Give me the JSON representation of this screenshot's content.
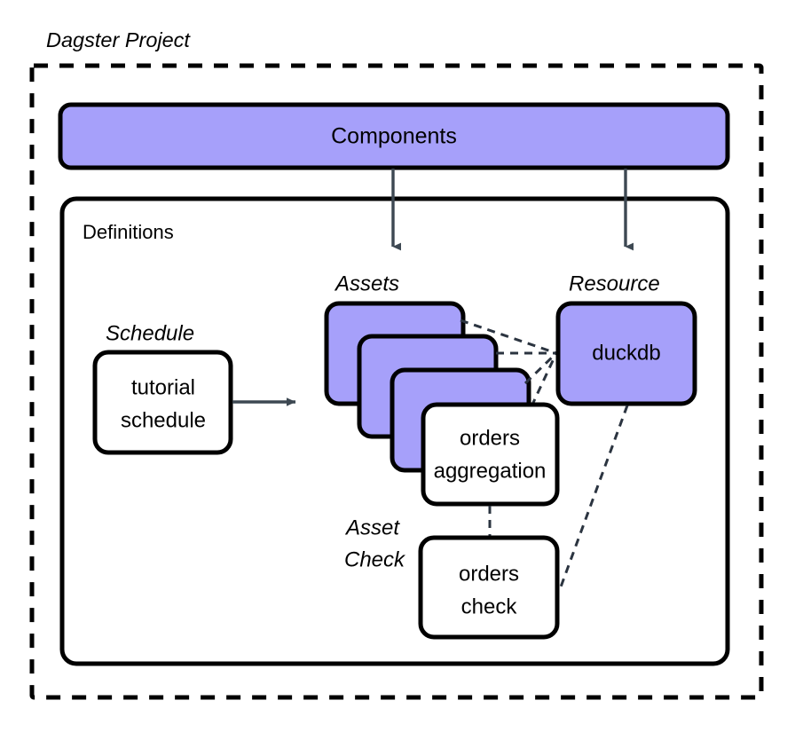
{
  "diagram": {
    "title": "Dagster Project",
    "outer_container": {
      "label": "Dagster Project",
      "border_style": "dashed",
      "border_color": "#000000"
    },
    "components_box": {
      "label": "Components",
      "fill": "#A6A0FA",
      "stroke": "#000000"
    },
    "definitions_box": {
      "label": "Definitions",
      "fill": "#FFFFFF",
      "stroke": "#000000"
    },
    "groups": {
      "schedule_label": "Schedule",
      "assets_label": "Assets",
      "resource_label": "Resource",
      "asset_check_label_line1": "Asset",
      "asset_check_label_line2": "Check"
    },
    "nodes": {
      "schedule": {
        "line1": "tutorial",
        "line2": "schedule",
        "fill": "#FFFFFF"
      },
      "asset_card_1": {
        "label": "",
        "fill": "#A6A0FA"
      },
      "asset_card_2": {
        "label": "",
        "fill": "#A6A0FA"
      },
      "asset_card_3": {
        "label": "",
        "fill": "#A6A0FA"
      },
      "orders_aggregation": {
        "line1": "orders",
        "line2": "aggregation",
        "fill": "#FFFFFF"
      },
      "duckdb": {
        "label": "duckdb",
        "fill": "#A6A0FA"
      },
      "orders_check": {
        "line1": "orders",
        "line2": "check",
        "fill": "#FFFFFF"
      }
    },
    "connectors": {
      "arrow_color": "#3D4852",
      "dashed_color": "#2B3440",
      "components_to_assets": "arrow",
      "components_to_resource": "arrow",
      "schedule_to_assets": "arrow",
      "assets_to_duckdb": "dashed",
      "orders_aggregation_to_orders_check": "dashed",
      "duckdb_to_orders_check": "dashed"
    },
    "colors": {
      "purple": "#A6A0FA",
      "white": "#FFFFFF",
      "black": "#000000",
      "arrow_slate": "#3D4852"
    }
  }
}
